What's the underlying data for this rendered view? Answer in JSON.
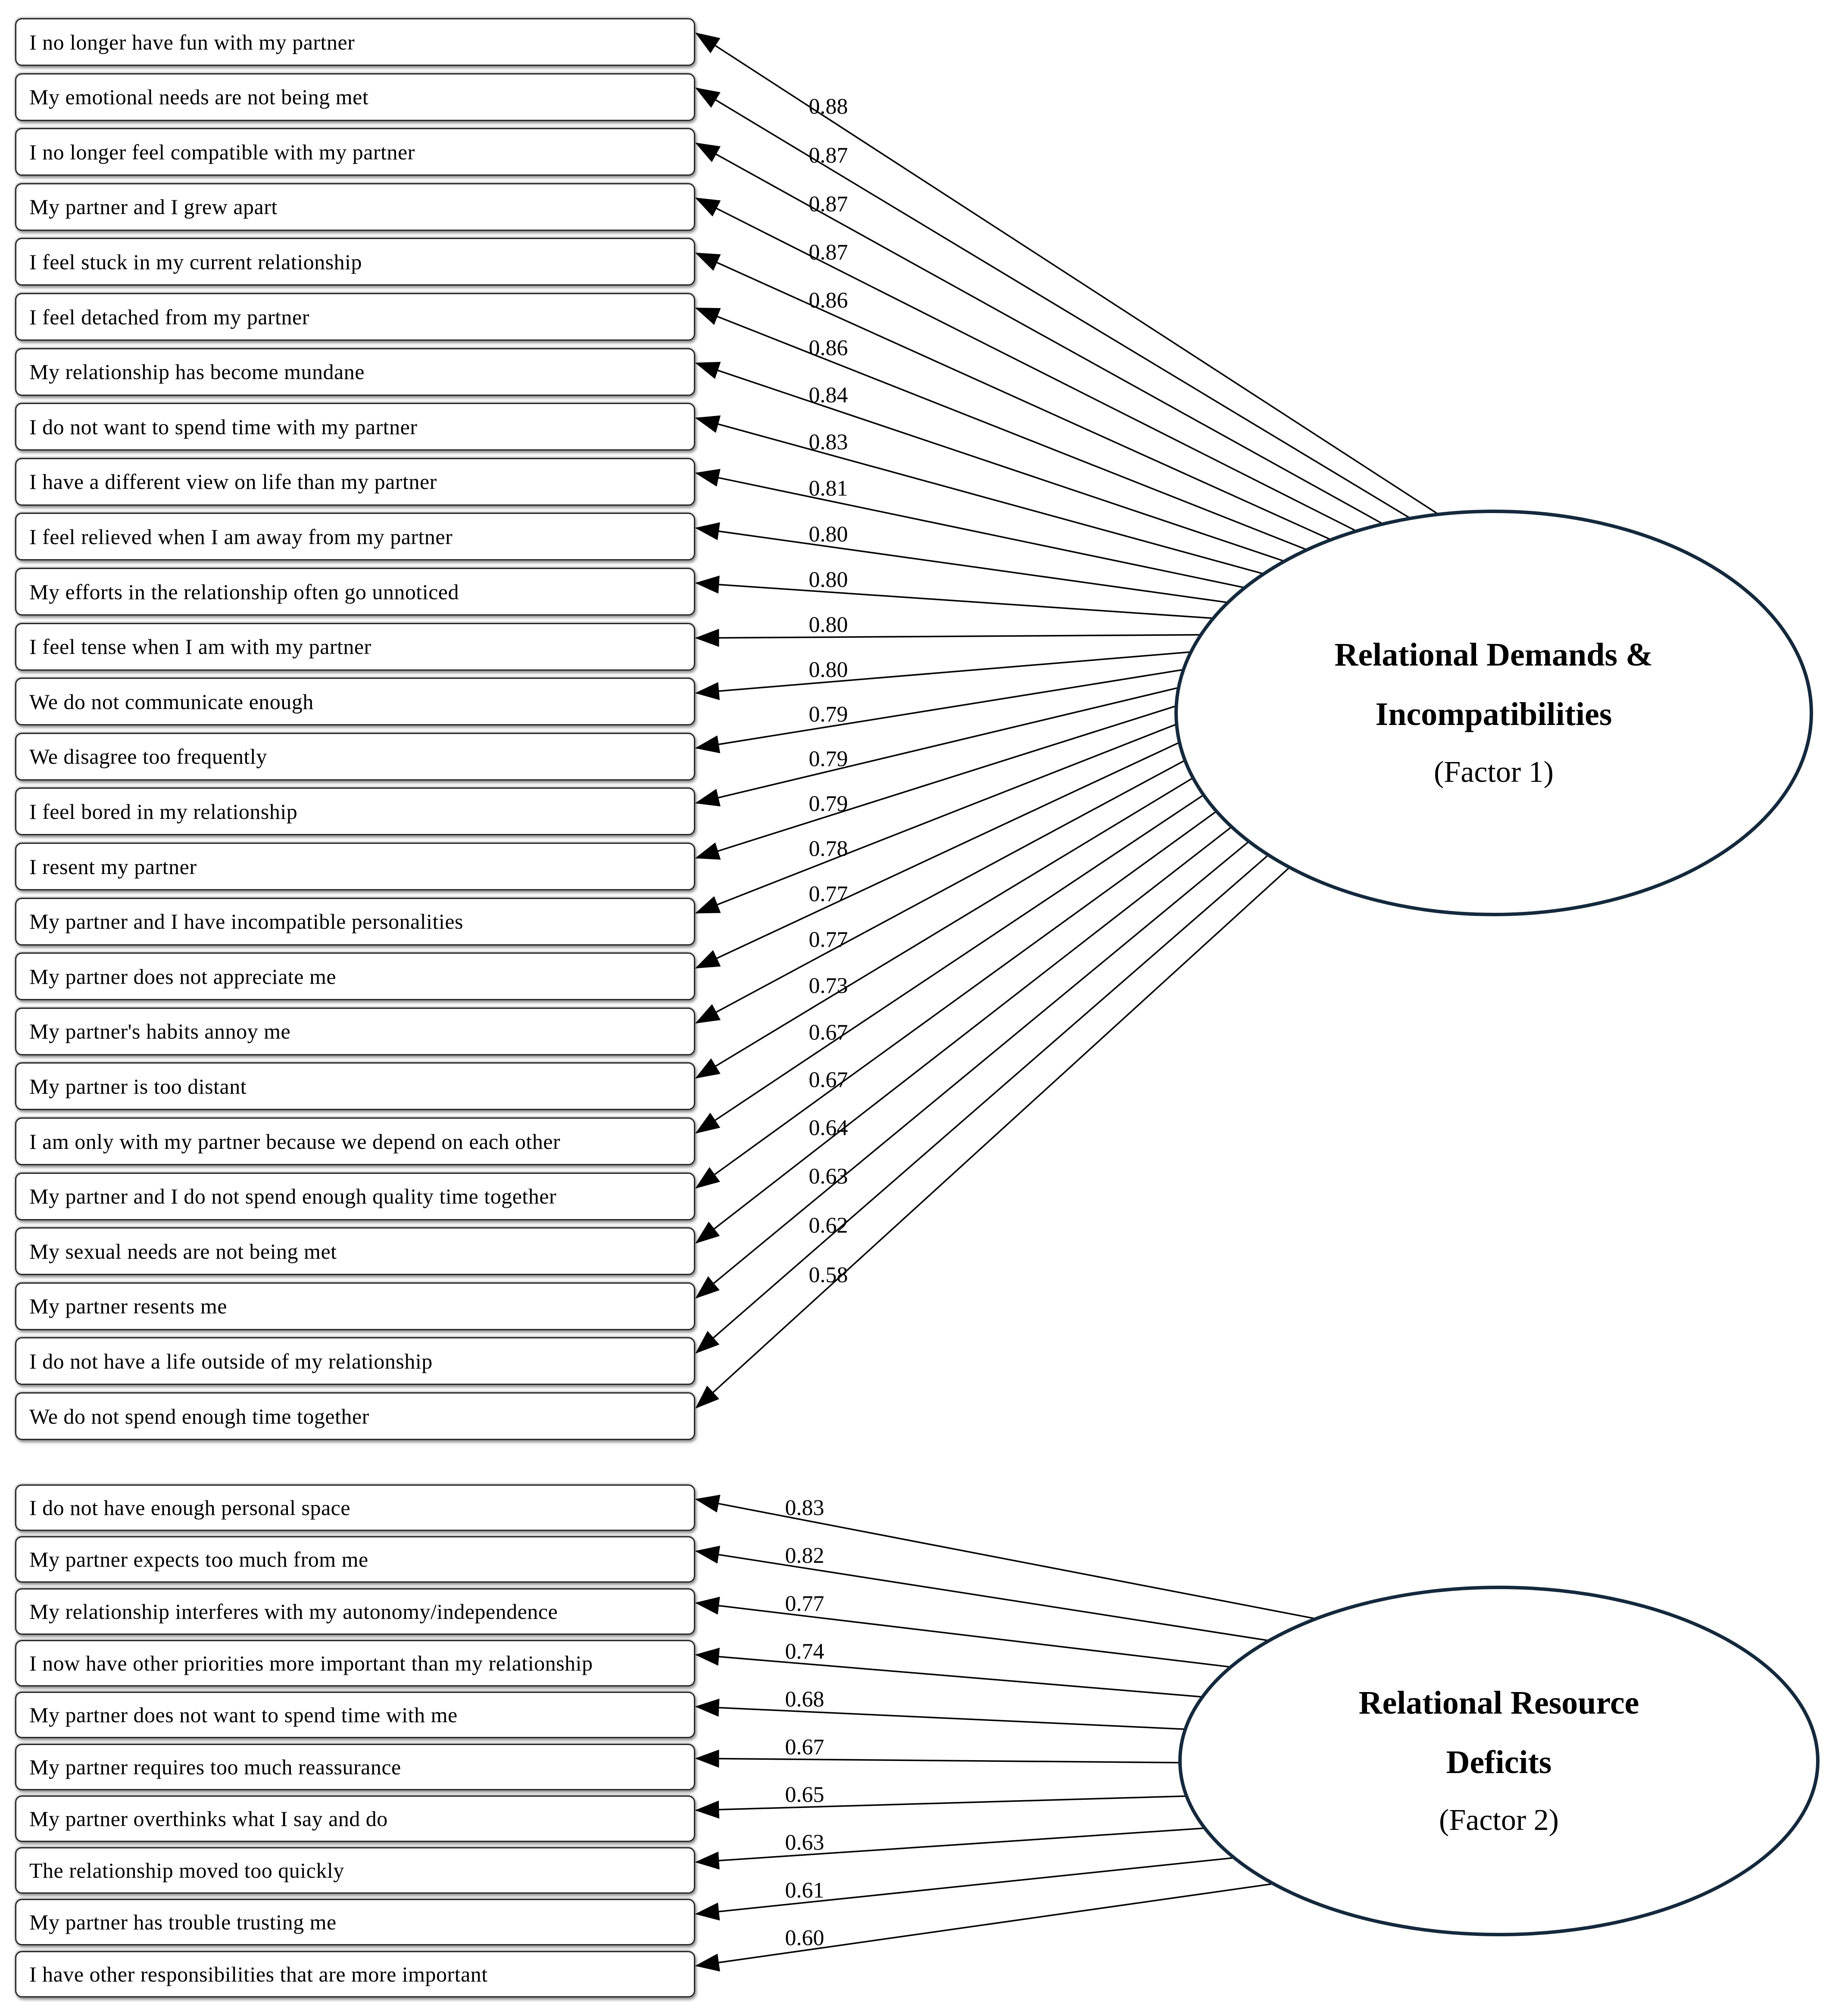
{
  "factors": [
    {
      "name_lines": [
        "Relational Demands &",
        "Incompatibilities"
      ],
      "subtitle": "(Factor 1)",
      "items": [
        {
          "label": "I no longer have fun with my partner",
          "loading": "0.88"
        },
        {
          "label": "My emotional needs are not being met",
          "loading": "0.87"
        },
        {
          "label": "I no longer feel compatible with my partner",
          "loading": "0.87"
        },
        {
          "label": "My partner and I grew apart",
          "loading": "0.87"
        },
        {
          "label": "I feel stuck in my current relationship",
          "loading": "0.86"
        },
        {
          "label": "I feel detached from my partner",
          "loading": "0.86"
        },
        {
          "label": "My relationship has become mundane",
          "loading": "0.84"
        },
        {
          "label": "I do not want to spend time with my partner",
          "loading": "0.83"
        },
        {
          "label": "I have a different view on life than my partner",
          "loading": "0.81"
        },
        {
          "label": "I feel relieved when I am away from my partner",
          "loading": "0.80"
        },
        {
          "label": "My efforts in the relationship often go unnoticed",
          "loading": "0.80"
        },
        {
          "label": "I feel tense when I am with my partner",
          "loading": "0.80"
        },
        {
          "label": "We do not communicate enough",
          "loading": "0.80"
        },
        {
          "label": "We disagree too frequently",
          "loading": "0.79"
        },
        {
          "label": "I feel bored in my relationship",
          "loading": "0.79"
        },
        {
          "label": "I resent my partner",
          "loading": "0.79"
        },
        {
          "label": "My partner and I have incompatible personalities",
          "loading": "0.78"
        },
        {
          "label": "My partner does not appreciate me",
          "loading": "0.77"
        },
        {
          "label": "My partner's habits annoy me",
          "loading": "0.77"
        },
        {
          "label": "My partner is too distant",
          "loading": "0.73"
        },
        {
          "label": "I am only with my partner because we depend on each other",
          "loading": "0.67"
        },
        {
          "label": "My partner and I do not spend enough quality time together",
          "loading": "0.67"
        },
        {
          "label": "My sexual needs are not being met",
          "loading": "0.64"
        },
        {
          "label": "My partner resents me",
          "loading": "0.63"
        },
        {
          "label": "I do not have a life outside of my relationship",
          "loading": "0.62"
        },
        {
          "label": "We do not spend enough time together",
          "loading": "0.58"
        }
      ]
    },
    {
      "name_lines": [
        "Relational Resource",
        "Deficits"
      ],
      "subtitle": "(Factor 2)",
      "items": [
        {
          "label": "I do not have enough personal space",
          "loading": "0.83"
        },
        {
          "label": "My partner expects too much from me",
          "loading": "0.82"
        },
        {
          "label": "My relationship interferes with my autonomy/independence",
          "loading": "0.77"
        },
        {
          "label": "I now have other priorities more important than my relationship",
          "loading": "0.74"
        },
        {
          "label": "My partner does not want to spend time with me",
          "loading": "0.68"
        },
        {
          "label": "My partner requires too much reassurance",
          "loading": "0.67"
        },
        {
          "label": "My partner overthinks what I say and do",
          "loading": "0.65"
        },
        {
          "label": "The relationship moved too quickly",
          "loading": "0.63"
        },
        {
          "label": "My partner has trouble trusting me",
          "loading": "0.61"
        },
        {
          "label": "I have other responsibilities that are more important",
          "loading": "0.60"
        }
      ]
    }
  ],
  "colors": {
    "ellipse_border": "#14293C",
    "connector": "#000000",
    "box_border": "#282828",
    "box_fill": "#FFFFFF",
    "text": "#000000"
  }
}
